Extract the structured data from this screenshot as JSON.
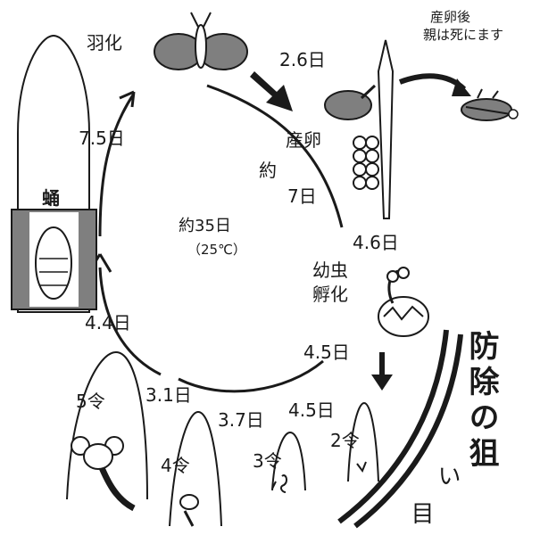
{
  "colors": {
    "ink": "#1a1a1a",
    "gray": "#7f7f7f",
    "lightgray": "#bdbdbd",
    "bg": "#ffffff"
  },
  "labels": {
    "emergence": "羽化",
    "egg_laying_days": "2.6日",
    "egg_laying": "産卵",
    "after_laying_1": "産卵後",
    "after_laying_2": "親は死にます",
    "approx": "約",
    "seven_days": "7日",
    "cycle_total": "約35日",
    "cycle_temp": "（25℃）",
    "hatch_days": "4.6日",
    "hatch_1": "幼虫",
    "hatch_2": "孵化",
    "pupa": "蛹",
    "pupa_days": "7.5日",
    "fifth_days": "4.4日",
    "fourth_days": "3.1日",
    "third_days": "3.7日",
    "second_days_a": "4.5日",
    "second_days_b": "4.5日",
    "instar5": "5令",
    "instar4": "4令",
    "instar3": "3令",
    "instar2": "2令",
    "target_1": "防除の狙",
    "target_2": "い",
    "target_3": "目"
  }
}
